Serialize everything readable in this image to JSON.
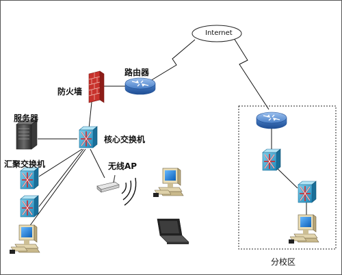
{
  "labels": {
    "internet": "Internet",
    "router": "路由器",
    "firewall": "防火墙",
    "server": "服务器",
    "core_switch": "核心交换机",
    "agg_switch": "汇聚交换机",
    "wireless_ap": "无线AP",
    "branch": "分校区"
  },
  "colors": {
    "router_blue": "#4a80c8",
    "switch_teal": "#2a9cc4",
    "switch_red": "#d2262a",
    "firewall_red": "#c8322c",
    "monitor_blue": "#1f7fd8",
    "pc_tan": "#d8c89c"
  }
}
